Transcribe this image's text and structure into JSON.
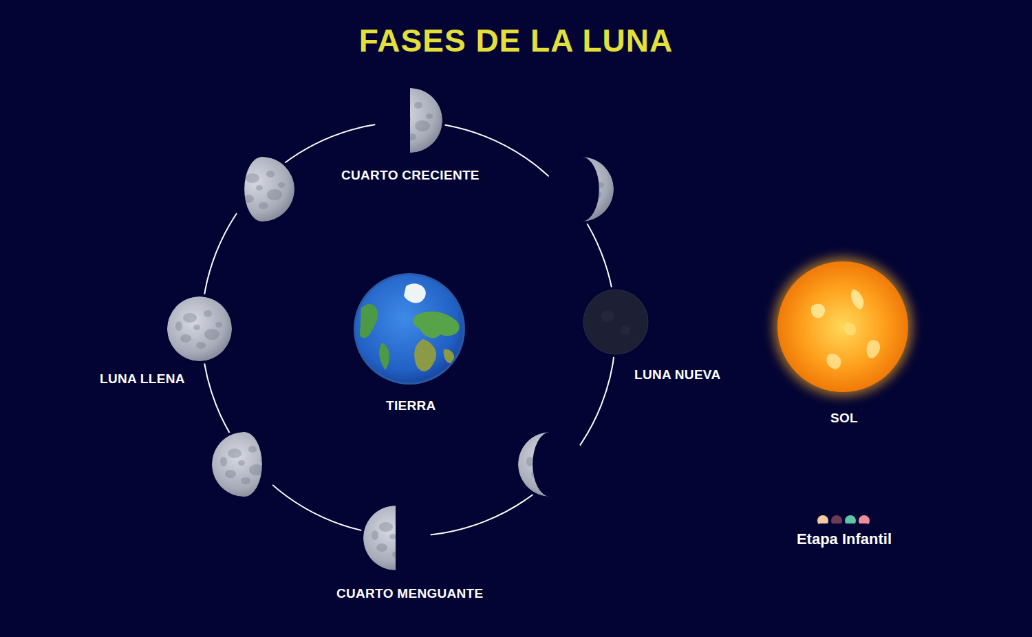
{
  "diagram": {
    "title": "FASES DE LA LUNA",
    "nodes": [
      {
        "text": [
          "CUARTO CRECIENTE"
        ]
      },
      {
        "text": [
          "LUNA LLENA"
        ]
      },
      {
        "text": [
          "TIERRA"
        ]
      },
      {
        "text": [
          "LUNA NUEVA"
        ]
      },
      {
        "text": [
          "SOL"
        ]
      },
      {
        "text": [
          "CUARTO MENGUANTE"
        ]
      }
    ],
    "labels": [
      "Etapa Infantil"
    ]
  }
}
